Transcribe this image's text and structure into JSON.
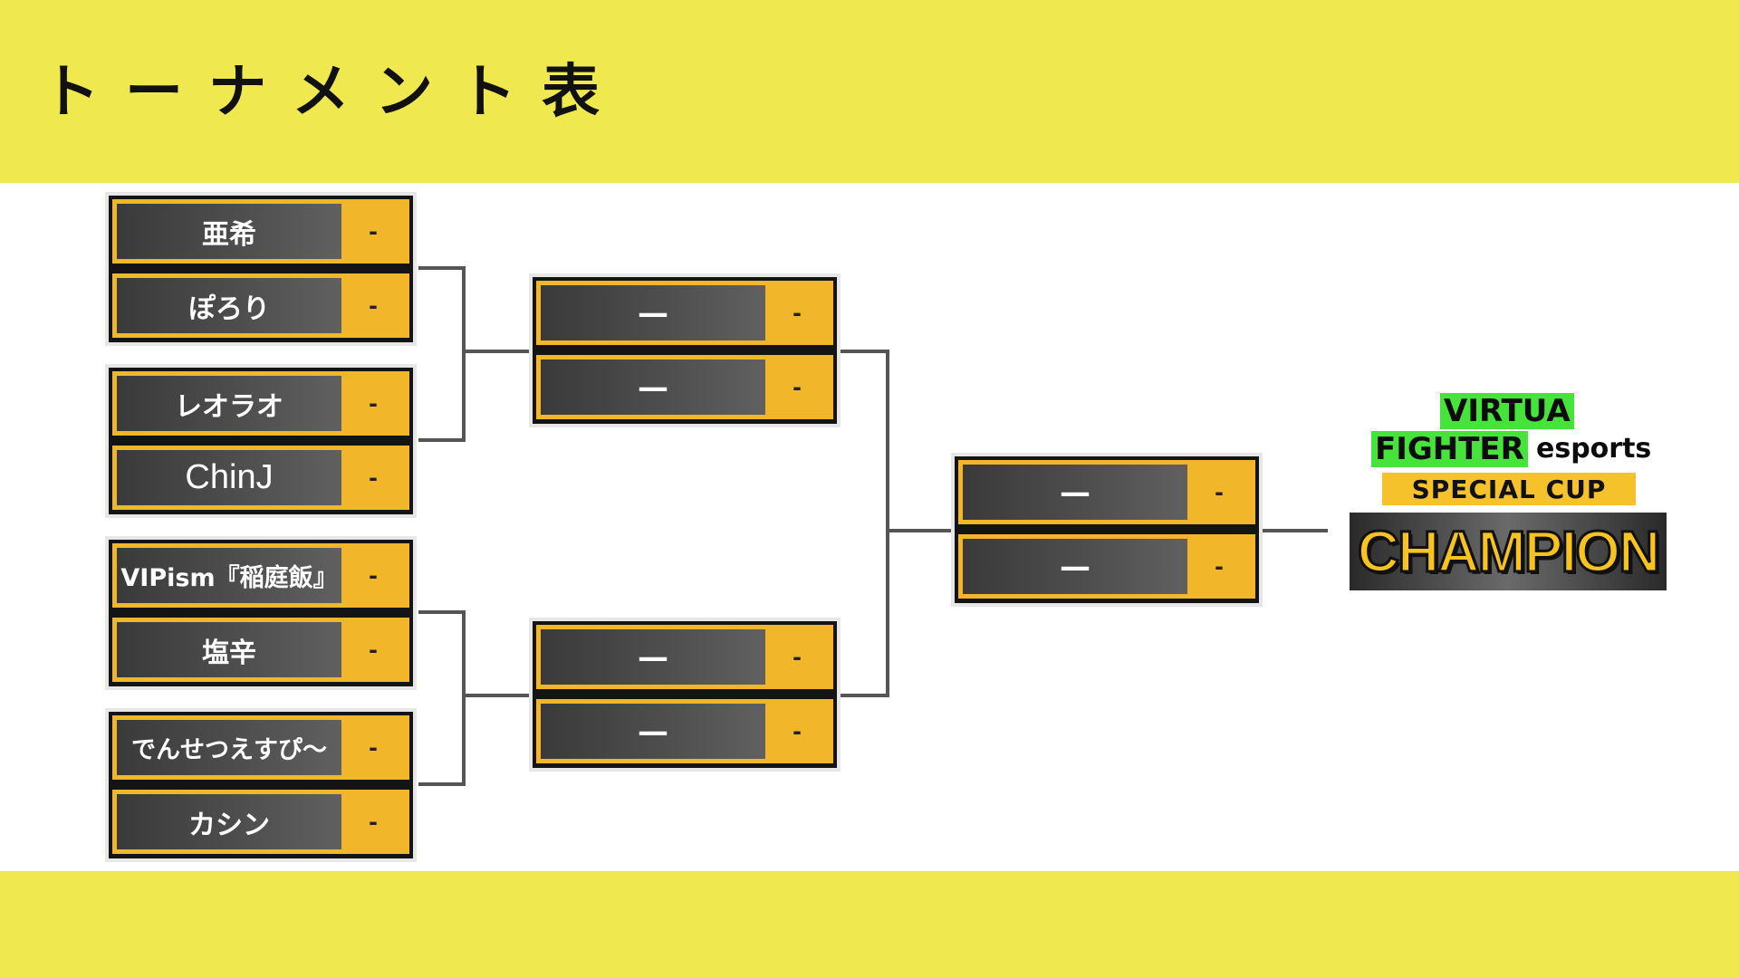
{
  "title": "トーナメント表",
  "colors": {
    "band": "#efe84f",
    "slot_accent": "#f1b629",
    "logo_green": "#46e33b"
  },
  "bracket": {
    "round1": [
      {
        "players": [
          {
            "name": "亜希",
            "score": "-"
          },
          {
            "name": "ぽろり",
            "score": "-"
          }
        ]
      },
      {
        "players": [
          {
            "name": "レオラオ",
            "score": "-"
          },
          {
            "name": "ChinJ",
            "score": "-"
          }
        ]
      },
      {
        "players": [
          {
            "name": "VIPism『稲庭飯』",
            "score": "-"
          },
          {
            "name": "塩辛",
            "score": "-"
          }
        ]
      },
      {
        "players": [
          {
            "name": "でんせつえすぴ～",
            "score": "-"
          },
          {
            "name": "カシン",
            "score": "-"
          }
        ]
      }
    ],
    "round2": [
      {
        "players": [
          {
            "name": "—",
            "score": "-"
          },
          {
            "name": "—",
            "score": "-"
          }
        ]
      },
      {
        "players": [
          {
            "name": "—",
            "score": "-"
          },
          {
            "name": "—",
            "score": "-"
          }
        ]
      }
    ],
    "final": {
      "players": [
        {
          "name": "—",
          "score": "-"
        },
        {
          "name": "—",
          "score": "-"
        }
      ]
    }
  },
  "logo": {
    "line1": "VIRTUA",
    "line2": "FIGHTER",
    "line2_suffix": "esports",
    "line3": "SPECIAL CUP",
    "champion": "CHAMPION"
  }
}
